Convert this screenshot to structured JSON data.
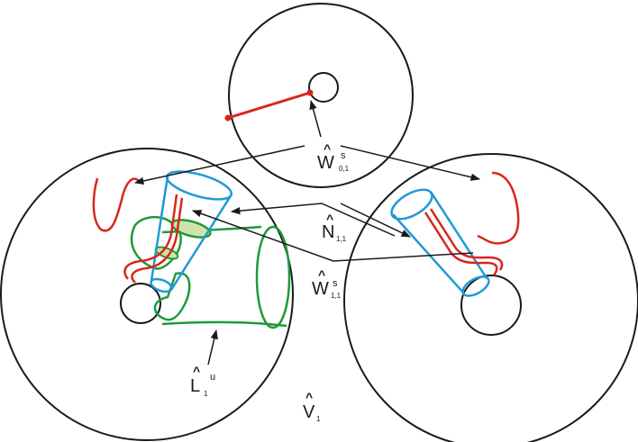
{
  "colors": {
    "outline": "#1a1a1a",
    "red_curve": "#d9261c",
    "blue_tube": "#1f9ad6",
    "green_cone": "#1e9a3a",
    "green_fill": "#cfe3a8"
  },
  "labels": {
    "w01": {
      "hat": "^",
      "main": "W",
      "sub": "0,1",
      "sup": "s"
    },
    "n11": {
      "hat": "^",
      "main": "N",
      "sub": "1,1",
      "sup": ""
    },
    "w11": {
      "hat": "^",
      "main": "W",
      "sub": "1,1",
      "sup": "s"
    },
    "l1": {
      "hat": "^",
      "main": "L",
      "sub": "1",
      "sup": "u"
    },
    "v1": {
      "hat": "^",
      "main": "V",
      "sub": "1",
      "sup": ""
    }
  }
}
